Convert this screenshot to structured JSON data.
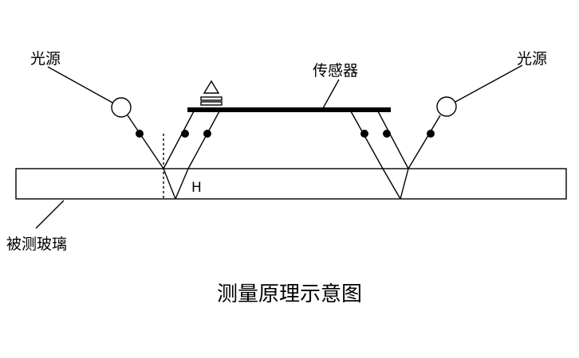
{
  "labels": {
    "light_source_left": "光源",
    "light_source_right": "光源",
    "sensor": "传感器",
    "glass": "被测玻璃",
    "thickness": "H",
    "title": "测量原理示意图"
  }
}
